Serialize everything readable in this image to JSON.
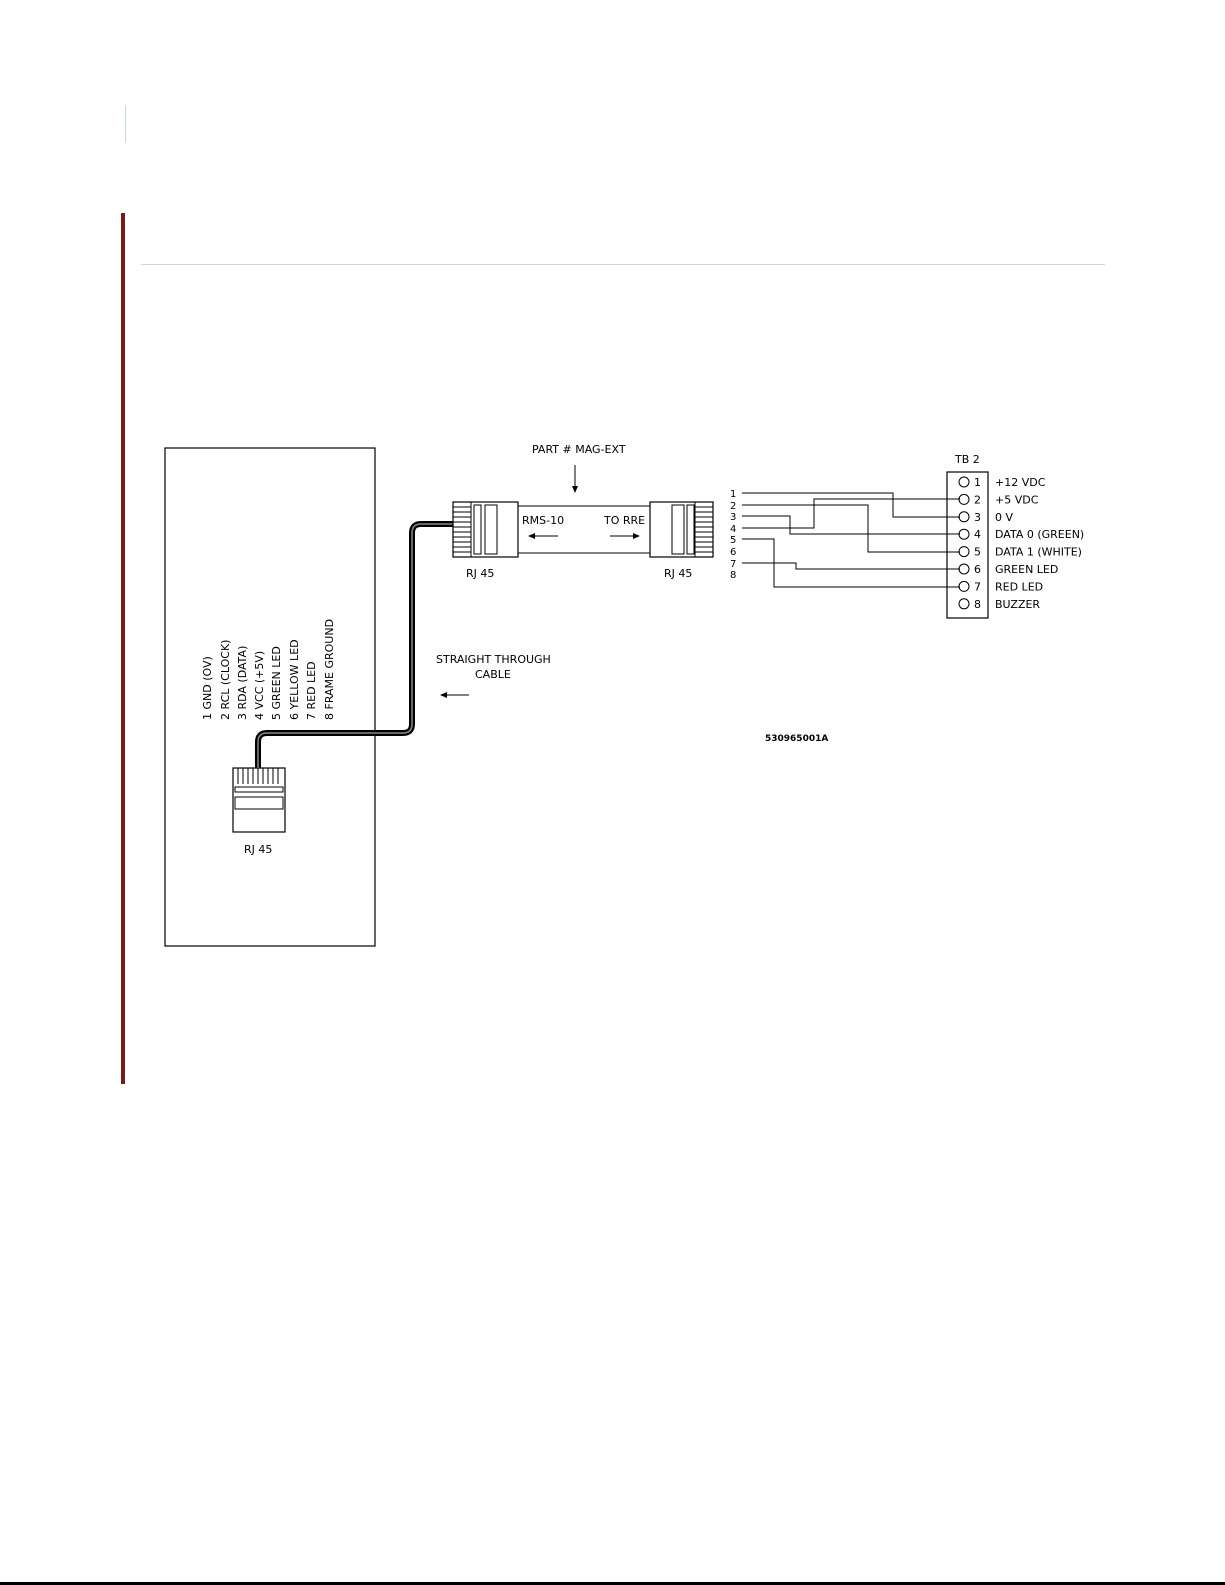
{
  "diagram": {
    "part_label": "PART # MAG-EXT",
    "rms_label": "RMS-10",
    "to_rre_label": "TO RRE",
    "rj45_left": "RJ 45",
    "rj45_right": "RJ 45",
    "rj45_board": "RJ 45",
    "cable_label_line1": "STRAIGHT THROUGH",
    "cable_label_line2": "CABLE",
    "drawing_number": "530965001A",
    "tb_title": "TB 2",
    "board_pins": [
      "1  GND (OV)",
      "2  RCL (CLOCK)",
      "3  RDA (DATA)",
      "4  VCC (+5V)",
      "5  GREEN LED",
      "6  YELLOW LED",
      "7  RED LED",
      "8  FRAME GROUND"
    ],
    "wire_numbers": [
      "1",
      "2",
      "3",
      "4",
      "5",
      "6",
      "7",
      "8"
    ],
    "terminals": [
      {
        "num": "1",
        "label": "+12 VDC"
      },
      {
        "num": "2",
        "label": "+5 VDC"
      },
      {
        "num": "3",
        "label": "0 V"
      },
      {
        "num": "4",
        "label": "DATA 0 (GREEN)"
      },
      {
        "num": "5",
        "label": "DATA 1 (WHITE)"
      },
      {
        "num": "6",
        "label": "GREEN LED"
      },
      {
        "num": "7",
        "label": "RED LED"
      },
      {
        "num": "8",
        "label": "BUZZER"
      }
    ]
  }
}
